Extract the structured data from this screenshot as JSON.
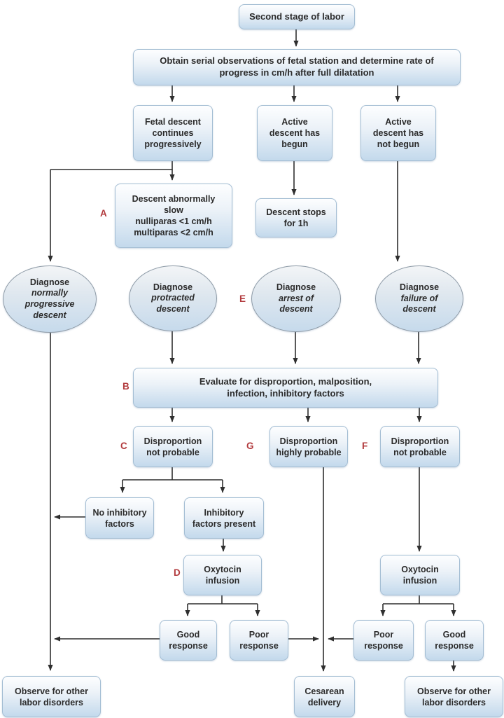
{
  "diagram": {
    "title": "Second stage of labor flowchart",
    "nodes": {
      "start": "Second stage of labor",
      "obtain": "Obtain serial observations of fetal station and determine rate of\nprogress in cm/h after full dilatation",
      "fetal_descent": "Fetal descent\ncontinues\nprogressively",
      "active_begun": "Active\ndescent has\nbegun",
      "active_not_begun": "Active\ndescent has\nnot begun",
      "abnormally_slow": "Descent abnormally\nslow\nnulliparas <1 cm/h\nmultiparas <2 cm/h",
      "descent_stops": "Descent stops\nfor 1h",
      "diag_normal_head": "Diagnose",
      "diag_normal_sub": "normally\nprogressive\ndescent",
      "diag_protracted_head": "Diagnose",
      "diag_protracted_sub": "protracted\ndescent",
      "diag_arrest_head": "Diagnose",
      "diag_arrest_sub": "arrest of\ndescent",
      "diag_failure_head": "Diagnose",
      "diag_failure_sub": "failure of\ndescent",
      "evaluate": "Evaluate for disproportion, malposition,\ninfection, inhibitory factors",
      "dispro_not_c": "Disproportion\nnot probable",
      "dispro_high": "Disproportion\nhighly probable",
      "dispro_not_f": "Disproportion\nnot probable",
      "no_inhibitory": "No inhibitory\nfactors",
      "inhibitory_present": "Inhibitory\nfactors present",
      "oxytocin_left": "Oxytocin\ninfusion",
      "oxytocin_right": "Oxytocin\ninfusion",
      "good_response_1": "Good\nresponse",
      "poor_response_1": "Poor\nresponse",
      "poor_response_2": "Poor\nresponse",
      "good_response_2": "Good\nresponse",
      "observe_left": "Observe for other\nlabor disorders",
      "cesarean": "Cesarean\ndelivery",
      "observe_right": "Observe for other\nlabor disorders"
    },
    "markers": {
      "A": "A",
      "B": "B",
      "C": "C",
      "D": "D",
      "E": "E",
      "F": "F",
      "G": "G"
    },
    "colors": {
      "marker_red": "#b23b3e",
      "box_border": "#a3bdd3",
      "box_fill_bottom": "#c3d9ec",
      "arrow": "#2f2f2f"
    }
  }
}
